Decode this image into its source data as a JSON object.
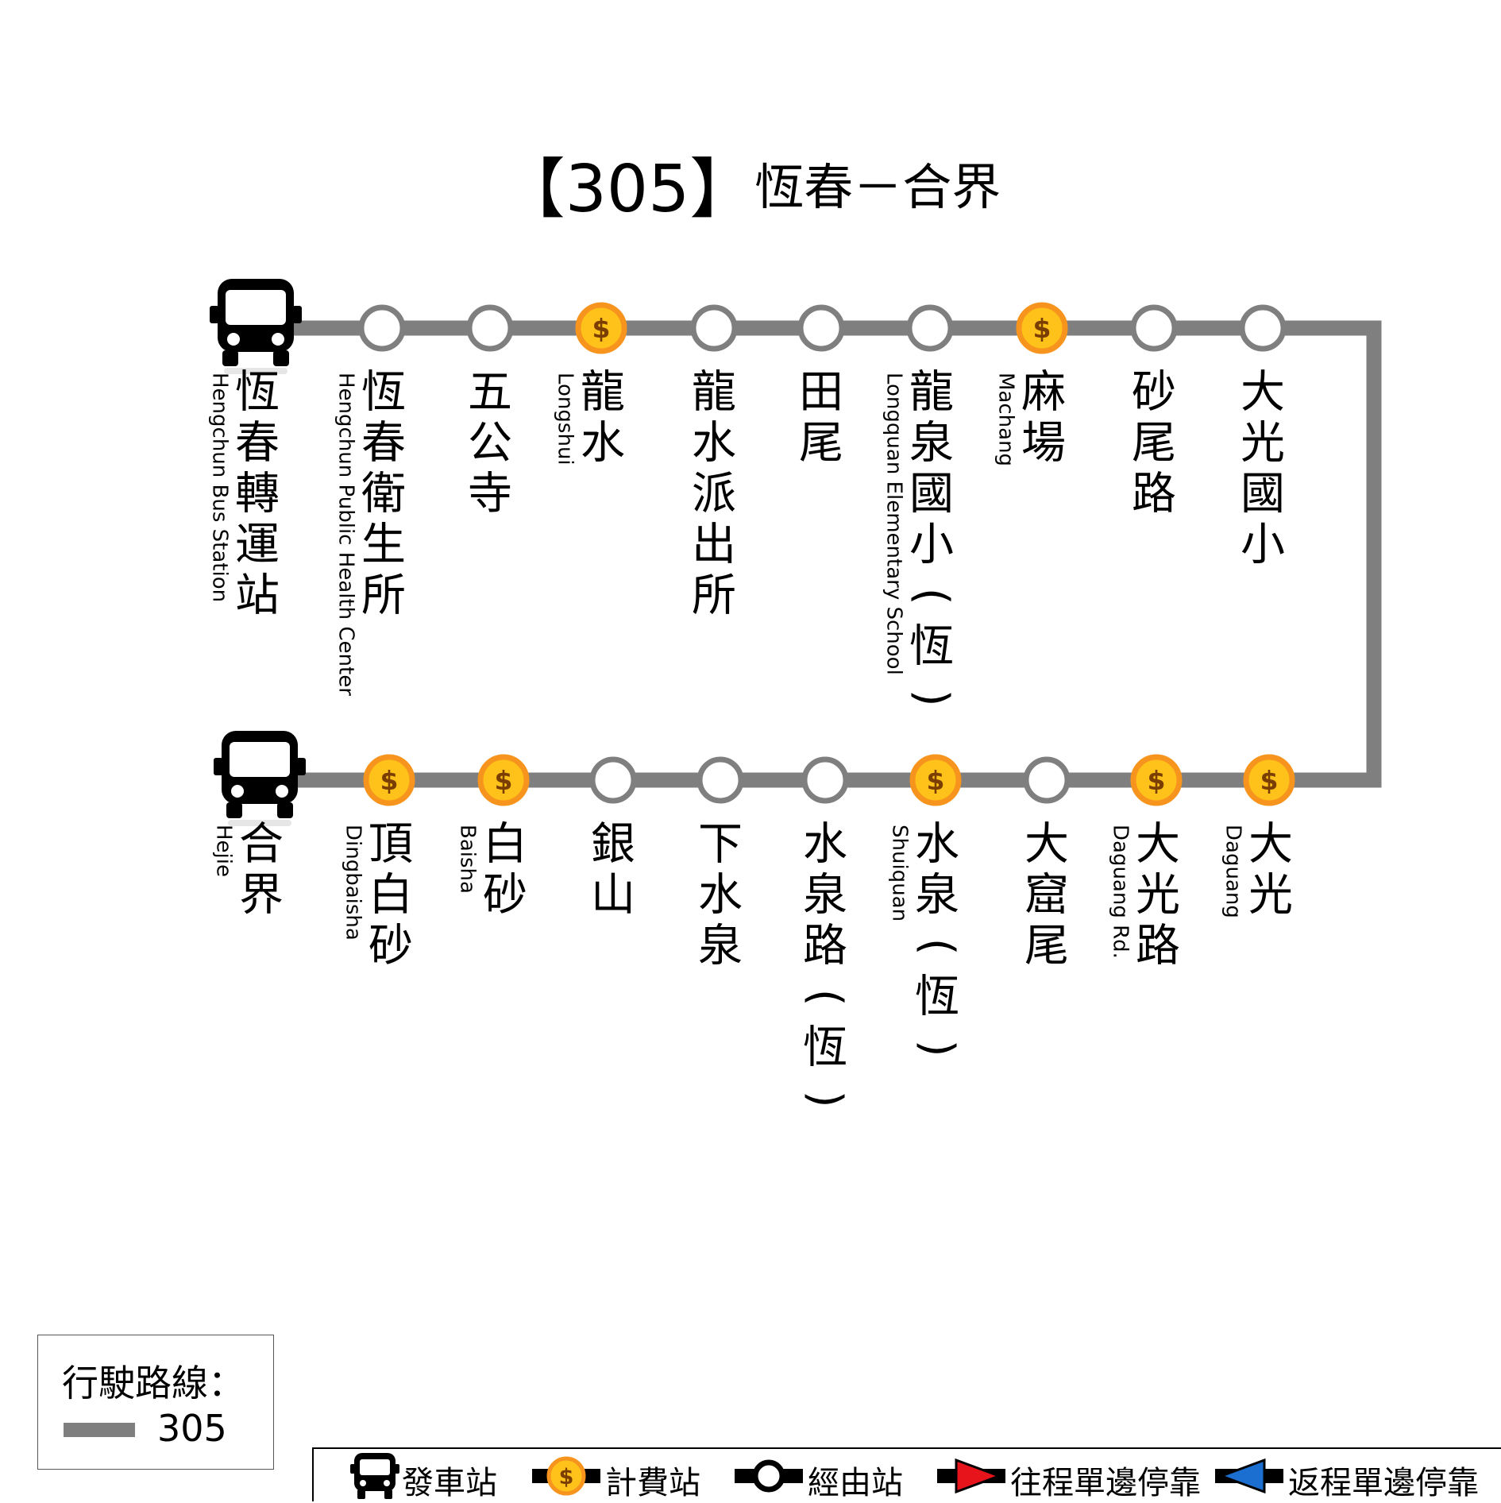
{
  "title": {
    "route_number": "【305】",
    "route_name": "恆春－合界"
  },
  "colors": {
    "route_line": "#7f7f7f",
    "coin_fill": "#ffc21a",
    "coin_ring": "#f7941d",
    "coin_glyph": "#7a3e00",
    "stop_ring": "#7f7f7f",
    "stop_fill": "#ffffff",
    "outbound": "#e8141c",
    "return": "#1a6fd1"
  },
  "top_row": [
    {
      "zh": "恆春轉運站",
      "en": "Hengchun Bus Station",
      "type": "terminal"
    },
    {
      "zh": "恆春衛生所",
      "en": "Hengchun Public Health Center",
      "type": "stop"
    },
    {
      "zh": "五公寺",
      "en": "",
      "type": "stop"
    },
    {
      "zh": "龍水",
      "en": "Longshui",
      "type": "fare"
    },
    {
      "zh": "龍水派出所",
      "en": "",
      "type": "stop"
    },
    {
      "zh": "田尾",
      "en": "",
      "type": "stop"
    },
    {
      "zh": "龍泉國小(恆)",
      "en": "Longquan Elementary School",
      "type": "stop"
    },
    {
      "zh": "麻場",
      "en": "Machang",
      "type": "fare"
    },
    {
      "zh": "砂尾路",
      "en": "",
      "type": "stop"
    },
    {
      "zh": "大光國小",
      "en": "",
      "type": "stop"
    }
  ],
  "bottom_row": [
    {
      "zh": "合界",
      "en": "Hejie",
      "type": "terminal"
    },
    {
      "zh": "頂白砂",
      "en": "Dingbaisha",
      "type": "fare"
    },
    {
      "zh": "白砂",
      "en": "Baisha",
      "type": "fare"
    },
    {
      "zh": "銀山",
      "en": "",
      "type": "stop"
    },
    {
      "zh": "下水泉",
      "en": "",
      "type": "stop"
    },
    {
      "zh": "水泉路(恆)",
      "en": "",
      "type": "stop"
    },
    {
      "zh": "水泉(恆)",
      "en": "Shuiquan",
      "type": "fare"
    },
    {
      "zh": "大窟尾",
      "en": "",
      "type": "stop"
    },
    {
      "zh": "大光路",
      "en": "Daguang Rd.",
      "type": "fare"
    },
    {
      "zh": "大光",
      "en": "Daguang",
      "type": "fare"
    }
  ],
  "legend_route": {
    "label": "行駛路線：",
    "route": "305"
  },
  "legend": {
    "terminal": "發車站",
    "fare": "計費站",
    "via": "經由站",
    "outbound": "往程單邊停靠",
    "return": "返程單邊停靠"
  },
  "coin_symbol": "$"
}
